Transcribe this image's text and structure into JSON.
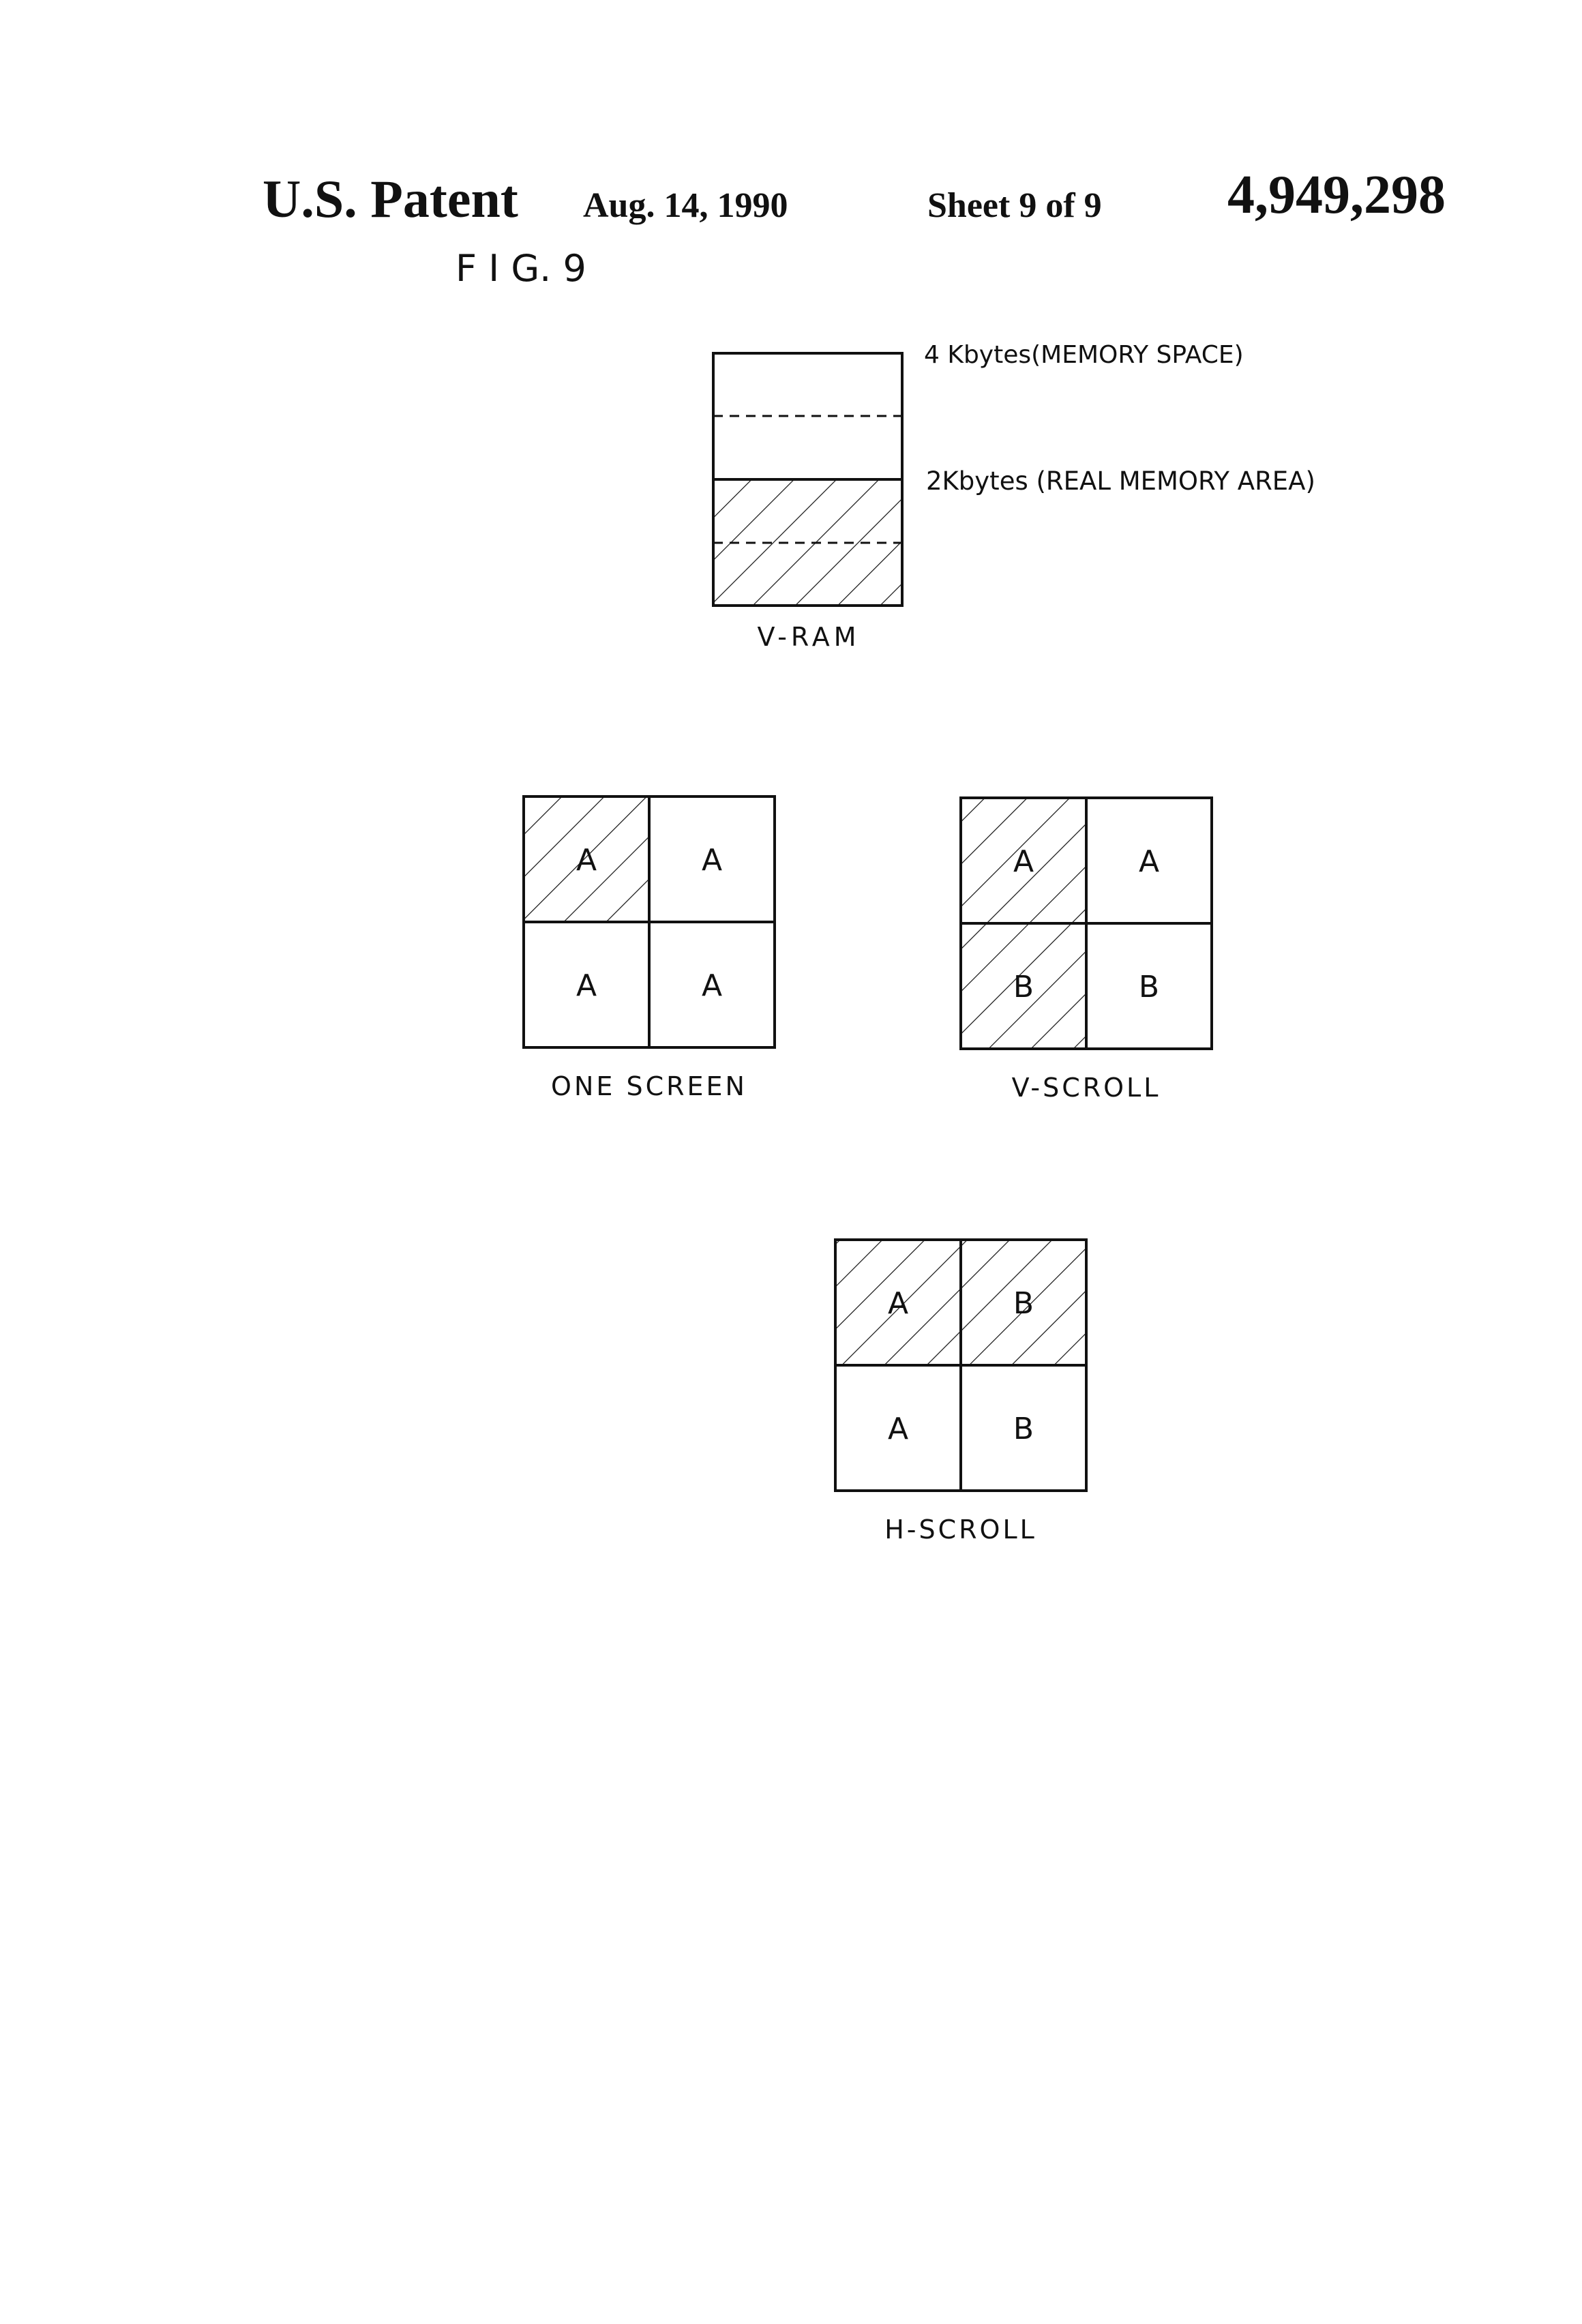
{
  "header": {
    "patent_label": "U.S. Patent",
    "date": "Aug. 14, 1990",
    "sheet": "Sheet 9 of 9",
    "patent_number": "4,949,298"
  },
  "figure_label": "F I G. 9",
  "vram": {
    "label": "V-RAM",
    "top_annotation": "4 Kbytes(MEMORY SPACE)",
    "mid_annotation": "2Kbytes (REAL MEMORY AREA)"
  },
  "screens": [
    {
      "id": "one-screen",
      "label": "ONE SCREEN",
      "cells": [
        "A",
        "A",
        "A",
        "A"
      ],
      "hatched": [
        true,
        false,
        false,
        false
      ]
    },
    {
      "id": "v-scroll",
      "label": "V-SCROLL",
      "cells": [
        "A",
        "A",
        "B",
        "B"
      ],
      "hatched": [
        true,
        false,
        true,
        false
      ]
    },
    {
      "id": "h-scroll",
      "label": "H-SCROLL",
      "cells": [
        "A",
        "B",
        "A",
        "B"
      ],
      "hatched": [
        true,
        true,
        false,
        false
      ]
    }
  ]
}
